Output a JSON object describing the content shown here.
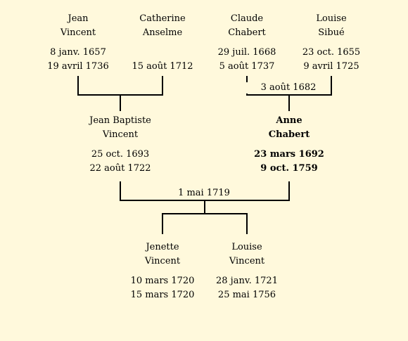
{
  "tree": {
    "grandparents": [
      {
        "first": "Jean",
        "last": "Vincent",
        "birth": "8 janv. 1657",
        "death": "19 avril 1736"
      },
      {
        "first": "Catherine",
        "last": "Anselme",
        "birth": "",
        "death": "15 août 1712"
      },
      {
        "first": "Claude",
        "last": "Chabert",
        "birth": "29 juil. 1668",
        "death": "5 août 1737"
      },
      {
        "first": "Louise",
        "last": "Sibué",
        "birth": "23 oct. 1655",
        "death": "9 avril 1725"
      }
    ],
    "parents": [
      {
        "first": "Jean Baptiste",
        "last": "Vincent",
        "birth": "25 oct. 1693",
        "death": "22 août 1722"
      },
      {
        "first": "Anne",
        "last": "Chabert",
        "birth": "23 mars 1692",
        "death": "9 oct. 1759"
      }
    ],
    "children": [
      {
        "first": "Jenette",
        "last": "Vincent",
        "birth": "10 mars 1720",
        "death": "15 mars 1720"
      },
      {
        "first": "Louise",
        "last": "Vincent",
        "birth": "28 janv. 1721",
        "death": "25 mai 1756"
      }
    ],
    "marriages": {
      "chabert_sibue": "3 août 1682",
      "vincent_chabert": "1 mai 1719"
    }
  }
}
